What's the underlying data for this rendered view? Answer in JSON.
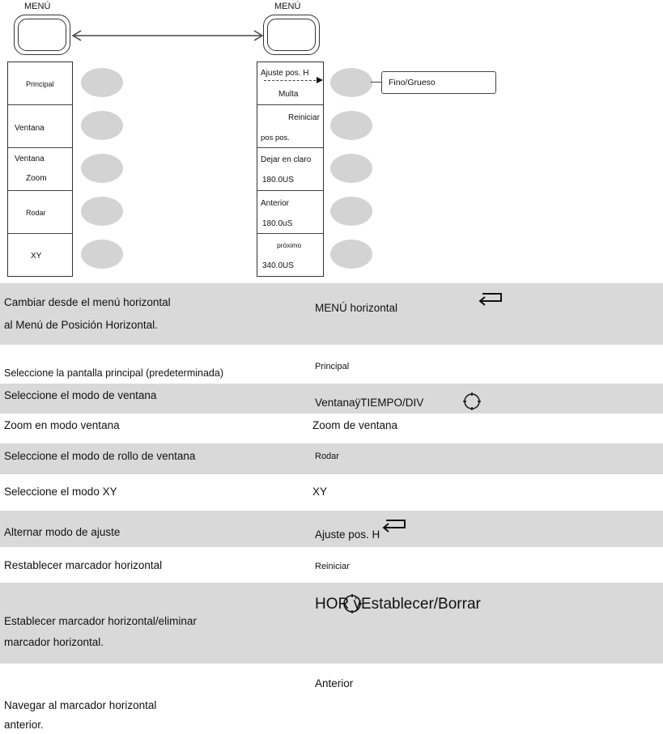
{
  "diagram": {
    "left_menu_label": "MENÚ",
    "right_menu_label": "MENÚ",
    "left_softkeys": [
      "Principal",
      "Ventana",
      "Ventana",
      "Zoom",
      "Rodar",
      "XY"
    ],
    "right_softkeys": {
      "k1a": "Ajuste pos. H",
      "k1b": "Multa",
      "k2a": "Reiniciar",
      "k2b": "pos pos.",
      "k3a": "Dejar en claro",
      "k3b": "180.0US",
      "k4a": "Anterior",
      "k4b": "180.0uS",
      "k5a": "próximo",
      "k5b": "340.0US"
    },
    "callout": "Fino/Grueso"
  },
  "table": {
    "r1_desc_1": "Cambiar desde el menú horizontal",
    "r1_desc_2": "al Menú de Posición Horizontal.",
    "r1_op": "MENÚ horizontal",
    "r2_desc": "Seleccione la pantalla principal (predeterminada)",
    "r2_op": "Principal",
    "r3_desc": "Seleccione el modo de ventana",
    "r3_op": "VentanaÿTIEMPO/DIV",
    "r4_desc": "Zoom en modo ventana",
    "r4_op": "Zoom de ventana",
    "r5_desc": "Seleccione el modo de rollo de ventana",
    "r5_op": "Rodar",
    "r6_desc": "Seleccione el modo XY",
    "r6_op": "XY",
    "r7_desc": "Alternar modo de ajuste",
    "r7_op": "Ajuste pos. H",
    "r8_desc": "Restablecer marcador horizontal",
    "r8_op": "Reiniciar",
    "r9_desc_1": "Establecer marcador horizontal/eliminar",
    "r9_desc_2": "marcador horizontal.",
    "r9_op": "HOR ÿEstablecer/Borrar",
    "r10_desc_1": "Navegar al marcador horizontal",
    "r10_desc_2": "anterior.",
    "r10_op": "Anterior"
  }
}
